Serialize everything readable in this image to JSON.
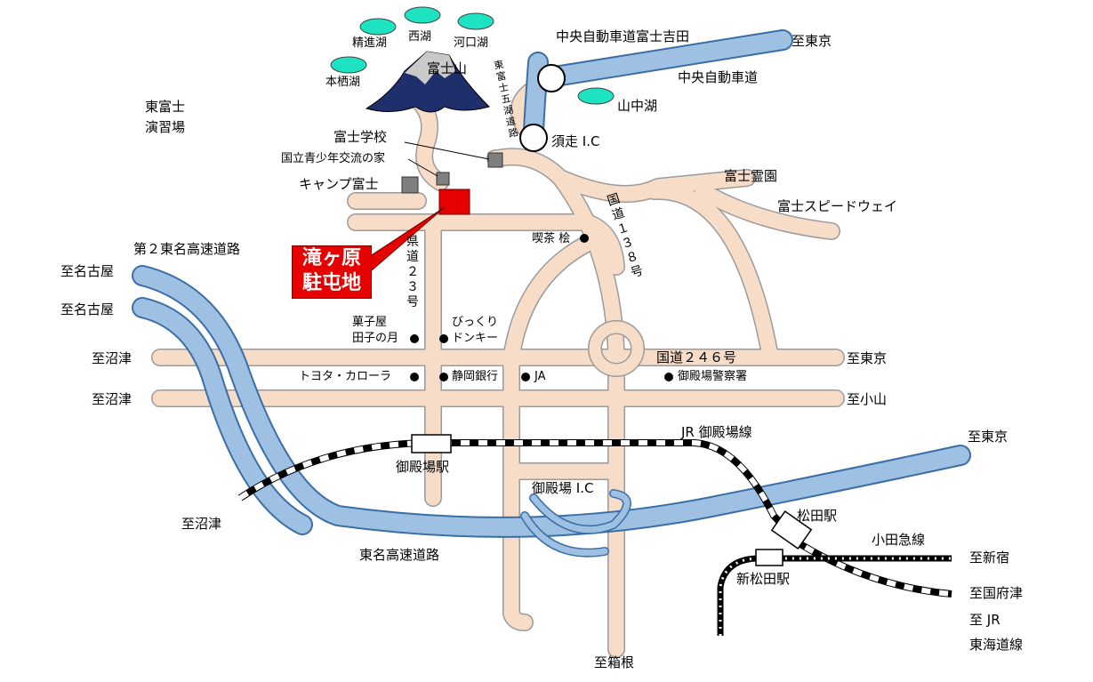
{
  "colors": {
    "road": "#f7dcc8",
    "road_outline": "#9b9b9b",
    "expressway": "#9dc0e3",
    "expressway_outline": "#3a6ea5",
    "lake": "#1de3c3",
    "destination": "#e60000",
    "facility": "#7f7f7f",
    "mountain": "#1f2f6b"
  },
  "destination": {
    "line1": "滝ヶ原",
    "line2": "駐屯地"
  },
  "labels": {
    "chuo_fujiyoshida": "中央自動車道富士吉田",
    "to_tokyo_top": "至東京",
    "chuo_expressway": "中央自動車道",
    "yamanakako": "山中湖",
    "subashiri_ic": "須走 I.C",
    "fuji_reien": "富士霊園",
    "fuji_speedway": "富士スピードウェイ",
    "shojiko": "精進湖",
    "saiko": "西湖",
    "kawaguchiko": "河口湖",
    "motosuko": "本栖湖",
    "mt_fuji": "富士山",
    "higashifuji_1": "東富士",
    "higashifuji_2": "演習場",
    "fuji_school": "富士学校",
    "youth_house": "国立青少年交流の家",
    "camp_fuji": "キャンプ富士",
    "tomei2": "第２東名高速道路",
    "to_nagoya_1": "至名古屋",
    "to_nagoya_2": "至名古屋",
    "kissa": "喫茶 桧",
    "kashiya_1": "菓子屋",
    "kashiya_2": "田子の月",
    "bikkuri_1": "びっくり",
    "bikkuri_2": "ドンキー",
    "to_numazu_1": "至沼津",
    "to_numazu_2": "至沼津",
    "route246": "国道２４６号",
    "to_tokyo_mid": "至東京",
    "toyota": "トヨタ・カローラ",
    "shizuoka_bank": "静岡銀行",
    "ja": "JA",
    "police": "御殿場警察署",
    "to_oyama": "至小山",
    "jr_gotemba_line": "JR 御殿場線",
    "to_tokyo_right": "至東京",
    "gotemba_station": "御殿場駅",
    "gotemba_ic": "御殿場 I.C",
    "to_numazu_3": "至沼津",
    "matsuda_station": "松田駅",
    "odakyu_line": "小田急線",
    "to_shinjuku": "至新宿",
    "tomei": "東名高速道路",
    "shin_matsuda_station": "新松田駅",
    "to_kozu": "至国府津",
    "to_jr_1": "至 JR",
    "to_jr_2": "東海道線",
    "to_hakone": "至箱根"
  },
  "vertical_labels": {
    "higashifuji_goko": "東富士五湖道路",
    "route138": "国道１３８号",
    "pref23": "県道２３号"
  }
}
